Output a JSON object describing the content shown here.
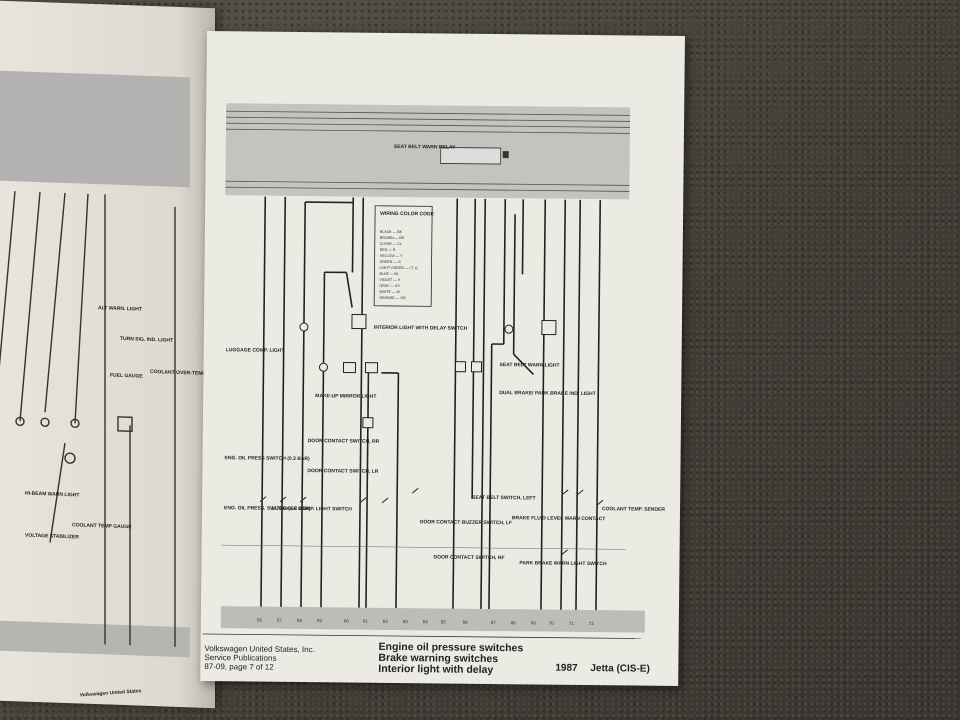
{
  "left_page": {
    "labels": [
      "ALT WARN. LIGHT",
      "TURN SIG. IND. LIGHT",
      "FUEL GAUGE",
      "COOLANT OVER-TEMP WARN. LIGHT",
      "HI-BEAM WARN LIGHT",
      "VOLTAGE STABILIZER",
      "COOLANT TEMP GAUGE"
    ],
    "footer": "Volkswagen United States"
  },
  "diagram": {
    "relay_label": "SEAT BELT WARN RELAY",
    "legend": {
      "title": "WIRING COLOR CODE",
      "rows": [
        "BLACK — BK",
        "BROWN — BR",
        "CLEAR — CL",
        "RED — R",
        "YELLOW — Y",
        "GREEN — G",
        "LIGHT GREEN — LT. G",
        "BLUE — BL",
        "VIOLET — V",
        "GRAY — GY",
        "WHITE — W",
        "ORANGE — OR"
      ]
    },
    "labels": {
      "luggage_light": "LUGGAGE COMP. LIGHT",
      "interior_light": "INTERIOR LIGHT WITH DELAY SWITCH",
      "makeup_light": "MAKE-UP MIRROR LIGHT",
      "seat_belt_light": "SEAT BELT WARN LIGHT",
      "dual_brake": "DUAL BRAKE/ PARK BRAKE IND. LIGHT",
      "eng_oil_03": "ENG. OIL PRESS SWITCH (0.3 BAR)",
      "eng_oil_18": "ENG. OIL PRESS. SWITCH (1.8 BAR)",
      "luggage_switch": "LUGGAGE COMP. LIGHT SWITCH",
      "door_rr": "DOOR CONTACT SWITCH, RR",
      "door_lr": "DOOR CONTACT SWITCH, LR",
      "door_buzzer": "DOOR CONTACT BUZZER SWITCH, LF",
      "door_rf": "DOOR CONTACT SWITCH, RF",
      "seat_belt_switch": "SEAT BELT SWITCH, LEFT",
      "brake_fluid": "BRAKE FLUID LEVEL WARN CONTACT",
      "coolant_sender": "COOLANT TEMP. SENDER",
      "park_brake_switch": "PARK BRAKE WARN LIGHT SWITCH"
    },
    "bottom_numbers": [
      "56",
      "57",
      "58",
      "59",
      "60",
      "61",
      "62",
      "63",
      "64",
      "65",
      "66",
      "67",
      "68",
      "69",
      "70",
      "71",
      "72"
    ]
  },
  "footer": {
    "publisher": "Volkswagen United States, Inc.",
    "publications": "Service Publications",
    "page": "87-09, page 7 of 12",
    "title1": "Engine oil pressure switches",
    "title2": "Brake warning switches",
    "title3": "Interior light with delay",
    "year": "1987",
    "model": "Jetta (CIS-E)"
  }
}
